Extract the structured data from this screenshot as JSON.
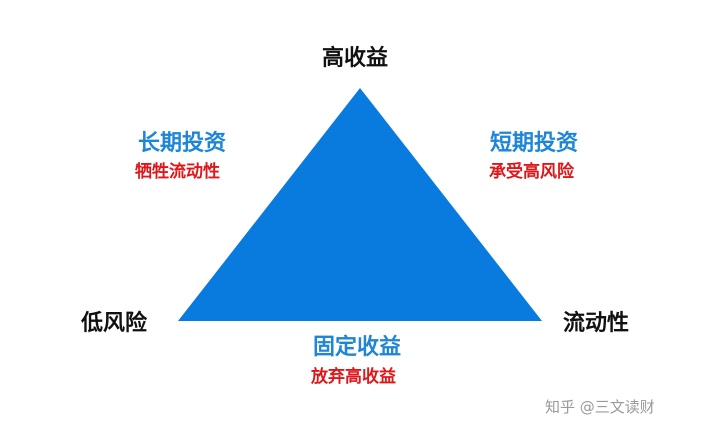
{
  "colors": {
    "triangle": "#0a7bde",
    "corner_text": "#111111",
    "strategy_text": "#1e86d6",
    "tradeoff_text": "#e0171a",
    "watermark_text": "#9a9a9a"
  },
  "corners": {
    "top": "高收益",
    "left": "低风险",
    "right": "流动性"
  },
  "strategies": {
    "long_term": {
      "title": "长期投资",
      "tradeoff": "牺牲流动性"
    },
    "short_term": {
      "title": "短期投资",
      "tradeoff": "承受高风险"
    },
    "fixed_income": {
      "title": "固定收益",
      "tradeoff": "放弃高收益"
    }
  },
  "watermark": "知乎 @三文读财"
}
